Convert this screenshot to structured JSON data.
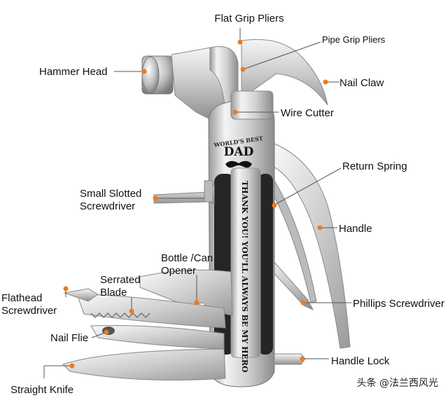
{
  "brand": {
    "top_text": "WORLD'S BEST",
    "name": "DAD",
    "side_text": "THANK YOU! YOU'LL ALWAYS BE MY HERO"
  },
  "colors": {
    "dot": "#f07a1a",
    "line": "#555555",
    "steel_light": "#f2f2f2",
    "steel_mid": "#c9c9c9",
    "steel_dark": "#8a8a8a",
    "handle_black": "#222222"
  },
  "labels": {
    "flat_grip_pliers": "Flat Grip Pliers",
    "pipe_grip_pliers": "Pipe Grip Pliers",
    "hammer_head": "Hammer Head",
    "nail_claw": "Nail Claw",
    "wire_cutter": "Wire Cutter",
    "return_spring": "Return Spring",
    "small_slotted_1": "Small Slotted",
    "small_slotted_2": "Screwdriver",
    "handle": "Handle",
    "bottle_1": "Bottle /Can",
    "bottle_2": "Opener",
    "serrated_1": "Serrated",
    "serrated_2": "Blade",
    "flathead_1": "Flathead",
    "flathead_2": "Screwdriver",
    "phillips": "Phillips Screwdriver",
    "nail_file": "Nail Flie",
    "handle_lock": "Handle Lock",
    "straight_knife": "Straight Knife"
  },
  "watermark": "头条 @法兰西风光"
}
